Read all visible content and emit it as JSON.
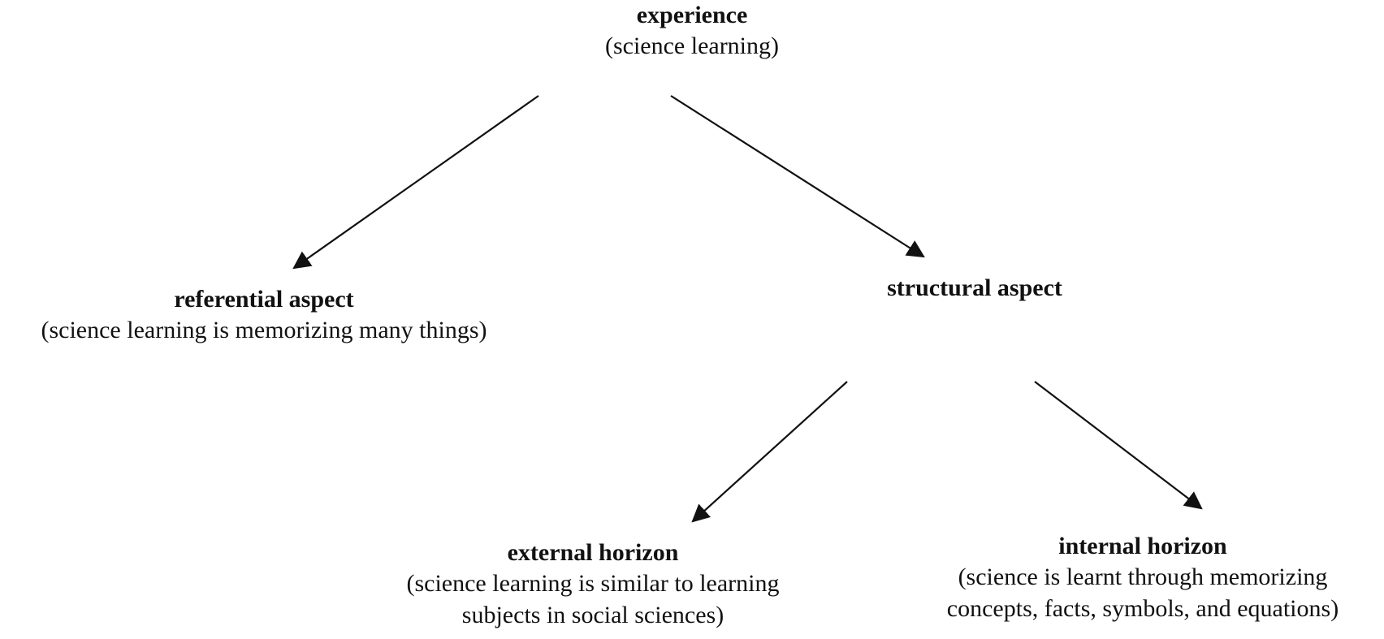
{
  "nodes": {
    "experience": {
      "title": "experience",
      "description": "(science learning)"
    },
    "referential": {
      "title": "referential aspect",
      "description": "(science learning is memorizing many things)"
    },
    "structural": {
      "title": "structural aspect"
    },
    "external": {
      "title": "external horizon",
      "description_line1": "(science learning is similar to learning",
      "description_line2": "subjects in social sciences)"
    },
    "internal": {
      "title": "internal horizon",
      "description_line1": "(science is learnt through memorizing",
      "description_line2": "concepts, facts, symbols, and equations)"
    }
  },
  "colors": {
    "line": "#111111",
    "background": "#ffffff",
    "text": "#111111"
  }
}
